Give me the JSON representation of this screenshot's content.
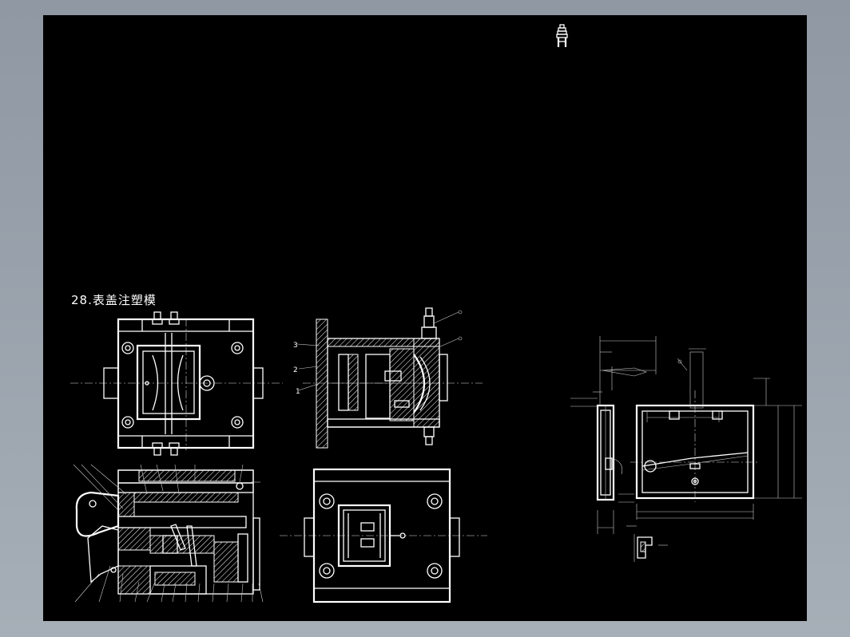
{
  "drawing": {
    "title": "28.表盖注塑模",
    "section_callouts": [
      "3",
      "2",
      "1"
    ]
  },
  "colors": {
    "window_bg": "#9ba3ad",
    "canvas_bg": "#000000",
    "line": "#ffffff"
  }
}
